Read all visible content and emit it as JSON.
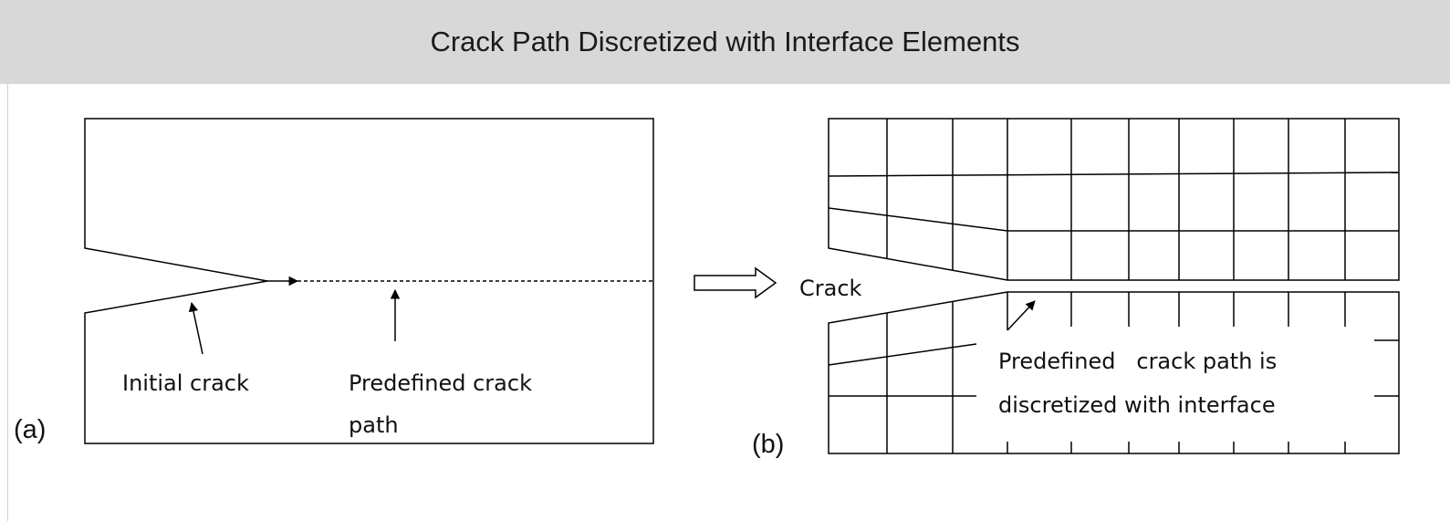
{
  "title": "Crack Path Discretized with Interface Elements",
  "panel_a": {
    "tag": "(a)",
    "initial_crack_label": "Initial crack",
    "predefined_path_line1": "Predefined crack",
    "predefined_path_line2": "path"
  },
  "panel_b": {
    "tag": "(b)",
    "crack_label": "Crack",
    "interface_line1": "Predefined   crack path is",
    "interface_line2": "discretized with interface"
  },
  "colors": {
    "title_bg": "#d8d8d8",
    "stroke": "#000000"
  }
}
